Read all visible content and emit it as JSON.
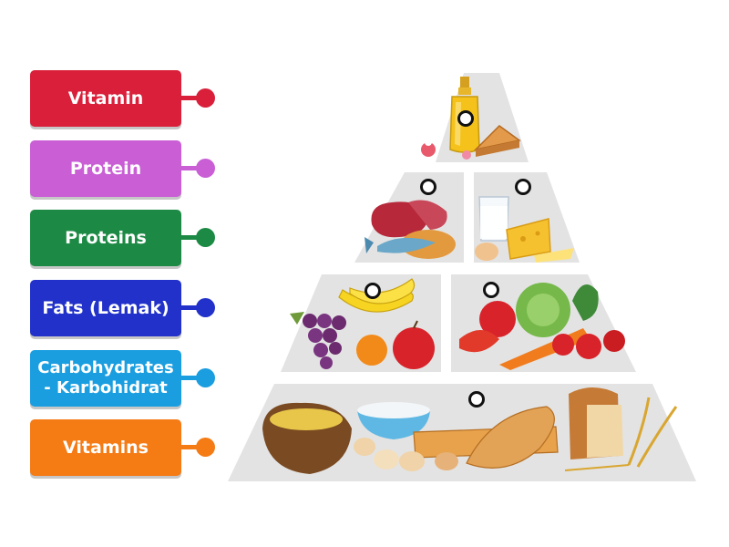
{
  "labels": [
    {
      "text": "Vitamin",
      "color": "#d91f3a"
    },
    {
      "text": "Protein",
      "color": "#c95ed5"
    },
    {
      "text": "Proteins",
      "color": "#1c8a44"
    },
    {
      "text": "Fats (Lemak)",
      "color": "#2131c9"
    },
    {
      "text": "Carbohydrates\n- Karbohidrat",
      "color": "#1a9ee0"
    },
    {
      "text": "Vitamins",
      "color": "#f57b15"
    }
  ],
  "pyramid": {
    "tier_color": "#e3e3e3",
    "drop_zones": [
      "top-oils-sweets",
      "dairy",
      "meat-fish",
      "fruits",
      "vegetables",
      "grains"
    ]
  }
}
